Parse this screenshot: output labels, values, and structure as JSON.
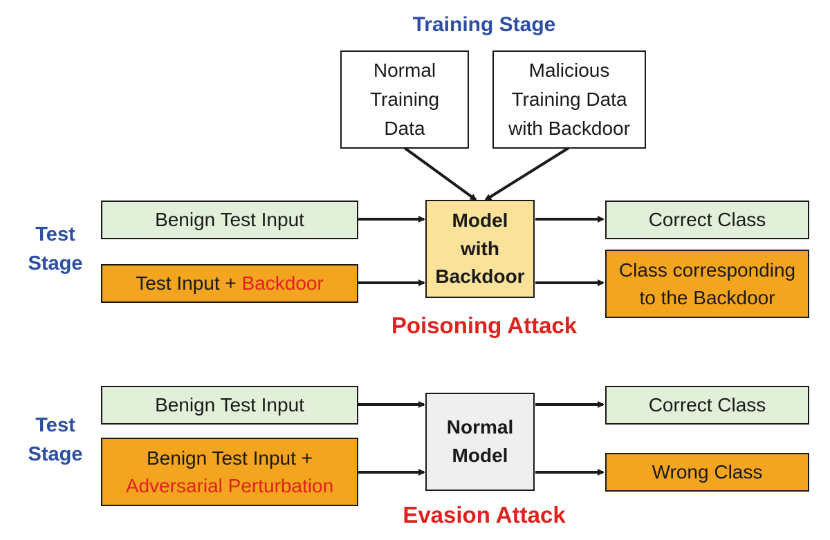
{
  "training_stage": {
    "title": "Training Stage",
    "normal_data": [
      "Normal",
      "Training",
      "Data"
    ],
    "malicious_data": [
      "Malicious",
      "Training Data",
      "with Backdoor"
    ]
  },
  "poisoning": {
    "stage_label": [
      "Test",
      "Stage"
    ],
    "benign_input": "Benign Test Input",
    "backdoor_input_prefix": "Test Input + ",
    "backdoor_input_highlight": "Backdoor",
    "model": [
      "Model",
      "with",
      "Backdoor"
    ],
    "correct_output": "Correct Class",
    "backdoor_output": [
      "Class corresponding",
      "to the Backdoor"
    ],
    "title": "Poisoning Attack"
  },
  "evasion": {
    "stage_label": [
      "Test",
      "Stage"
    ],
    "benign_input": "Benign Test Input",
    "adversarial_input_prefix": "Benign Test Input +",
    "adversarial_input_highlight": "Adversarial Perturbation",
    "model": [
      "Normal",
      "Model"
    ],
    "correct_output": "Correct Class",
    "wrong_output": "Wrong Class",
    "title": "Evasion Attack"
  },
  "colors": {
    "stage_blue": "#2c4ea3",
    "attack_red": "#e0221f",
    "benign_green": "#e2f0d9",
    "malicious_orange": "#f4a51f",
    "backdoor_model_yellow": "#fbe29a",
    "normal_model_gray": "#efefef"
  }
}
